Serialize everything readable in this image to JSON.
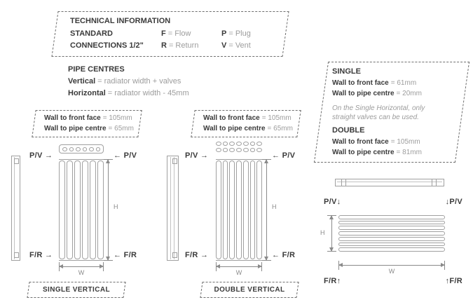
{
  "colors": {
    "text_dark": "#3a3a3a",
    "text_gray": "#9c9c9c",
    "line_gray": "#a0a0a0",
    "accent_dash": "#6f6f6f"
  },
  "technical_box": {
    "title": "TECHNICAL INFORMATION",
    "standard_label": "STANDARD",
    "connections_label": "CONNECTIONS 1/2\"",
    "legend": [
      {
        "key": "F",
        "value": "= Flow"
      },
      {
        "key": "R",
        "value": "= Return"
      },
      {
        "key": "P",
        "value": "= Plug"
      },
      {
        "key": "V",
        "value": "= Vent"
      }
    ]
  },
  "pipe_centres": {
    "title": "PIPE CENTRES",
    "rows": [
      {
        "term": "Vertical",
        "value": "= radiator width + valves"
      },
      {
        "term": "Horizontal",
        "value": "= radiator width - 45mm"
      }
    ]
  },
  "single_vertical_box": {
    "rows": [
      {
        "term": "Wall to front face",
        "value": "= 105mm"
      },
      {
        "term": "Wall to pipe centre",
        "value": "= 65mm"
      }
    ]
  },
  "double_vertical_box": {
    "rows": [
      {
        "term": "Wall to front face",
        "value": "= 105mm"
      },
      {
        "term": "Wall to pipe centre",
        "value": "= 65mm"
      }
    ]
  },
  "horizontal_box": {
    "single_title": "SINGLE",
    "single_rows": [
      {
        "term": "Wall to front face",
        "value": "= 61mm"
      },
      {
        "term": "Wall to pipe centre",
        "value": "= 20mm"
      }
    ],
    "note": "On the Single Horizontal, only straight valves can be used.",
    "double_title": "DOUBLE",
    "double_rows": [
      {
        "term": "Wall to front face",
        "value": "= 105mm"
      },
      {
        "term": "Wall to pipe centre",
        "value": "= 81mm"
      }
    ]
  },
  "single_vertical": {
    "caption": "SINGLE VERTICAL",
    "pv_left": "P/V →",
    "pv_right": "← P/V",
    "fr_left": "F/R →",
    "fr_right": "← F/R",
    "height_label": "H",
    "width_label": "W",
    "tube_count": 6,
    "top_oval_count": 6
  },
  "double_vertical": {
    "caption": "DOUBLE VERTICAL",
    "pv_left": "P/V →",
    "pv_right": "← P/V",
    "fr_left": "F/R →",
    "fr_right": "← F/R",
    "height_label": "H",
    "width_label": "W",
    "tube_count": 7,
    "top_oval_count": 7
  },
  "horizontal": {
    "pv_left": "P/V↓",
    "pv_right": "↓P/V",
    "fr_left": "F/R↑",
    "fr_right": "↑F/R",
    "height_label": "H",
    "width_label": "W",
    "tube_count": 7
  }
}
